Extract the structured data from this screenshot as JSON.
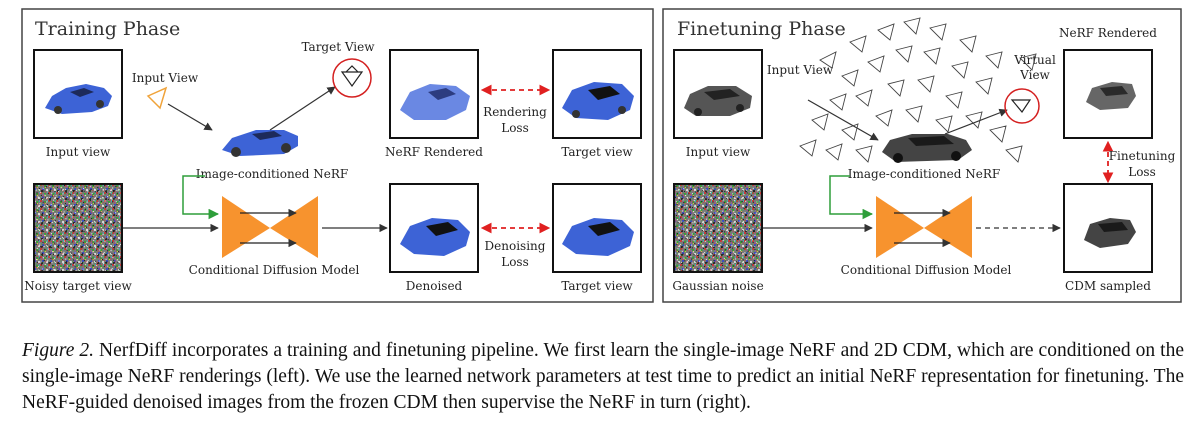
{
  "figure": {
    "training": {
      "title": "Training Phase",
      "input_view_image_label": "Input view",
      "input_view_label": "Input View",
      "target_view_label": "Target View",
      "nerf_rendered_label": "NeRF Rendered",
      "target_view_1": "Target view",
      "rendering_loss_1": "Rendering",
      "rendering_loss_2": "Loss",
      "image_nerf_label": "Image-conditioned NeRF",
      "noisy_label": "Noisy target view",
      "cdm_label": "Conditional Diffusion Model",
      "denoised_label": "Denoised",
      "target_view_2": "Target view",
      "denoising_loss_1": "Denoising",
      "denoising_loss_2": "Loss"
    },
    "finetuning": {
      "title": "Finetuning Phase",
      "input_view_label": "Input View",
      "input_view_image_label": "Input view",
      "virtual_view_1": "Virtual",
      "virtual_view_2": "View",
      "nerf_rendered_label": "NeRF Rendered",
      "finetuning_loss_1": "Finetuning",
      "finetuning_loss_2": "Loss",
      "image_nerf_label": "Image-conditioned NeRF",
      "gaussian_label": "Gaussian noise",
      "cdm_label": "Conditional Diffusion Model",
      "cdm_sampled_label": "CDM sampled"
    },
    "colors": {
      "arrow_green": "#2e9e3a",
      "loss_red": "#e02020",
      "cdm_orange": "#f7932e",
      "car_blue": "#3d63d6",
      "camera_orange": "#f0a33a"
    }
  },
  "caption": {
    "prefix": "Figure 2.",
    "text": " NerfDiff incorporates a training and finetuning pipeline.  We first learn the single-image NeRF and 2D CDM, which are conditioned on the single-image NeRF renderings (left). We use the learned network parameters at test time to predict an initial NeRF representation for finetuning. The NeRF-guided denoised images from the frozen CDM then supervise the NeRF in turn (right)."
  }
}
